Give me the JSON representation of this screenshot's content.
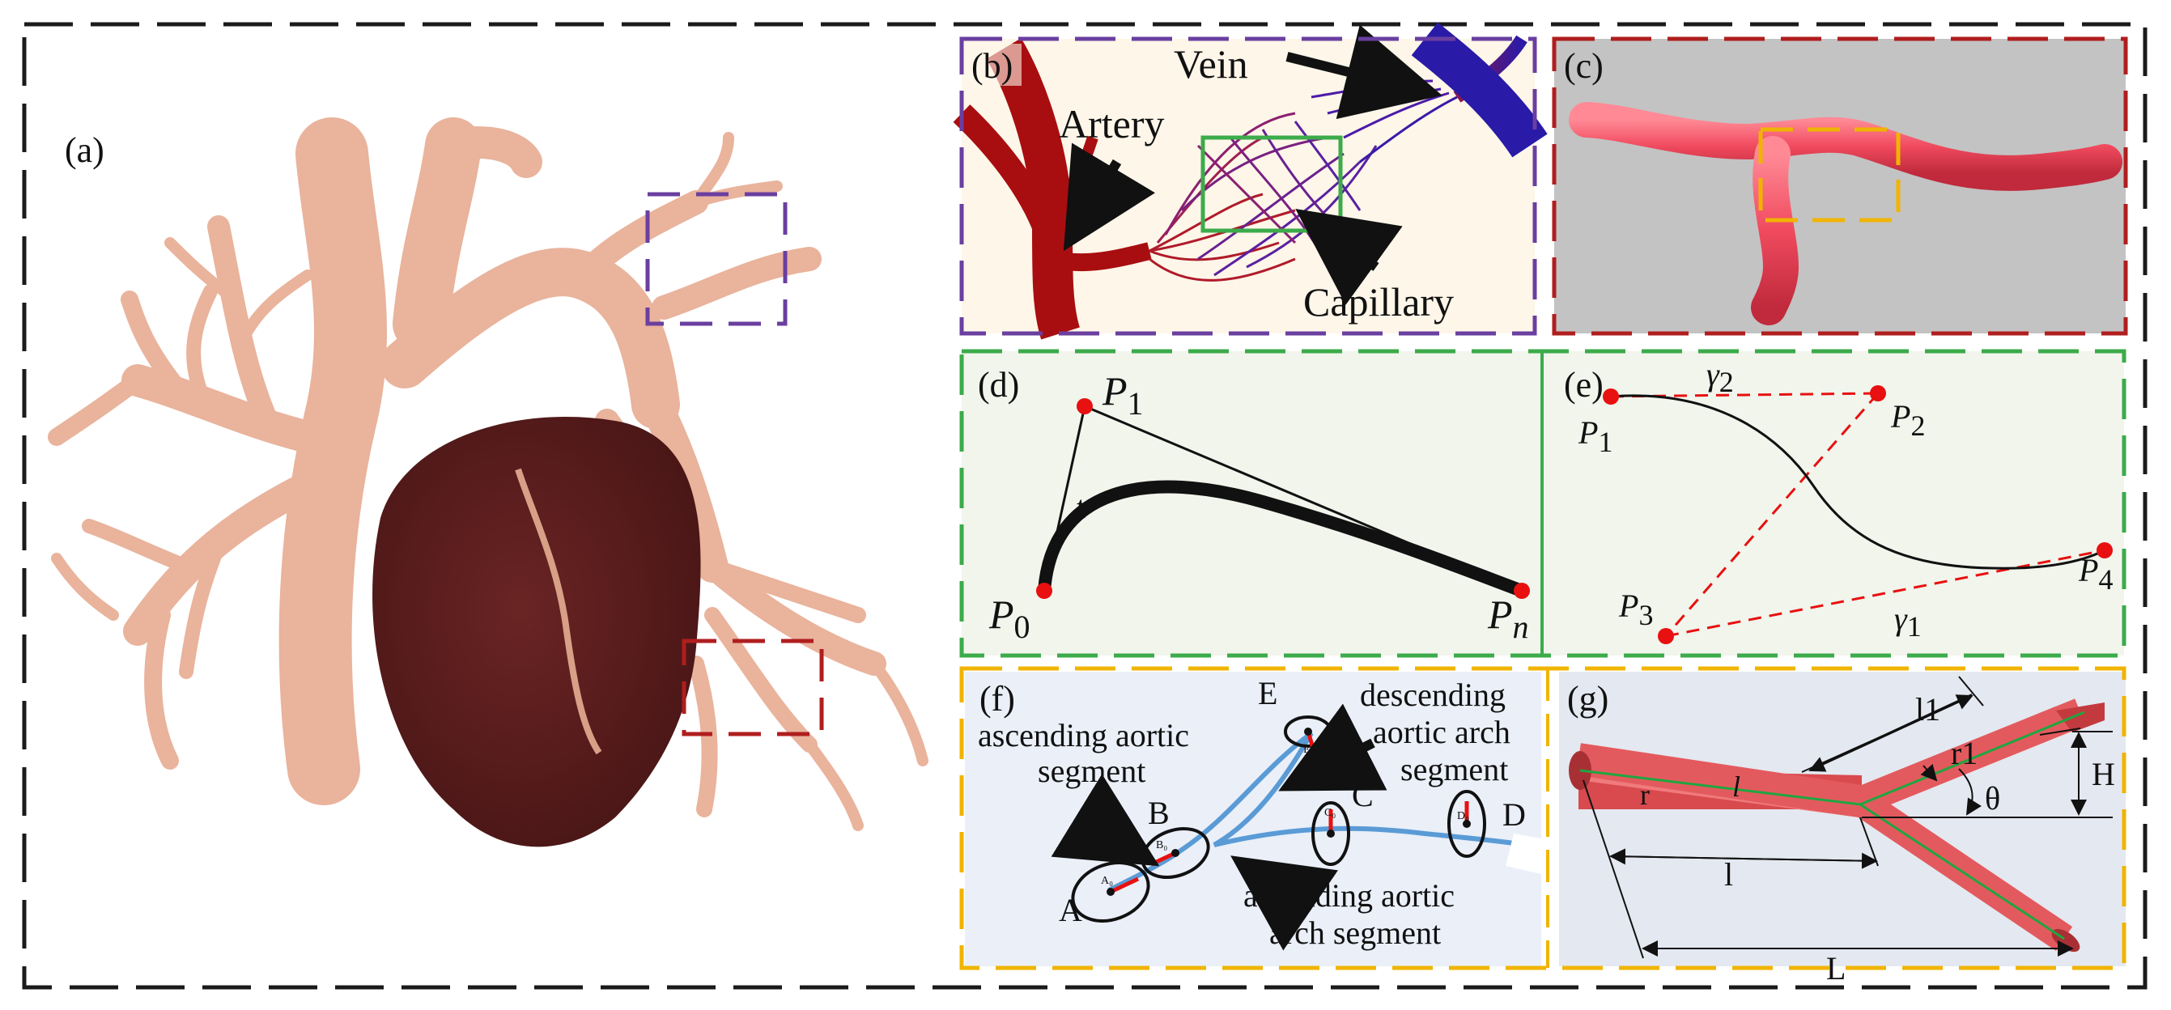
{
  "panels": {
    "a": {
      "label": "(a)"
    },
    "b": {
      "label": "(b)",
      "vein": "Vein",
      "artery": "Artery",
      "capillary": "Capillary"
    },
    "c": {
      "label": "(c)"
    },
    "d": {
      "label": "(d)",
      "p1": "P",
      "p1_sub": "1",
      "p0": "P",
      "p0_sub": "0",
      "pn": "P",
      "pn_sub": "n",
      "t": "t"
    },
    "e": {
      "label": "(e)",
      "p1": "P",
      "p1_sub": "1",
      "p2": "P",
      "p2_sub": "2",
      "p3": "P",
      "p3_sub": "3",
      "p4": "P",
      "p4_sub": "4",
      "g2": "γ",
      "g2_sub": "2",
      "g1": "γ",
      "g1_sub": "1"
    },
    "f": {
      "label": "(f)",
      "asc_seg_l1": "ascending aortic",
      "asc_seg_l2": "segment",
      "desc_l1": "descending",
      "desc_l2": "aortic arch",
      "desc_l3": "segment",
      "asc_arch_l1": "ascending aortic",
      "asc_arch_l2": "arch segment",
      "A": "A",
      "B": "B",
      "C": "C",
      "D": "D",
      "E": "E",
      "A0": "A₀",
      "B0": "B₀",
      "C0": "C₀",
      "D0": "D₀",
      "E0": "E₀"
    },
    "g": {
      "label": "(g)",
      "l1": "l1",
      "r1": "r1",
      "H": "H",
      "theta": "θ",
      "r": "r",
      "l_it": "l",
      "l": "l",
      "L": "L"
    }
  },
  "colors": {
    "outer_border": "#1a1a1a",
    "purple": "#6a3fa0",
    "red": "#b01e1e",
    "green": "#3cab4a",
    "yellow": "#f0b400",
    "heart_tissue": "#e9b39c",
    "heart_dark": "#5e2020",
    "vessel_pink": "#f04a5e",
    "artery": "#a80e10",
    "vein": "#3a1aa0",
    "point_red": "#e81010",
    "curve_blue": "#5a9bd6"
  }
}
